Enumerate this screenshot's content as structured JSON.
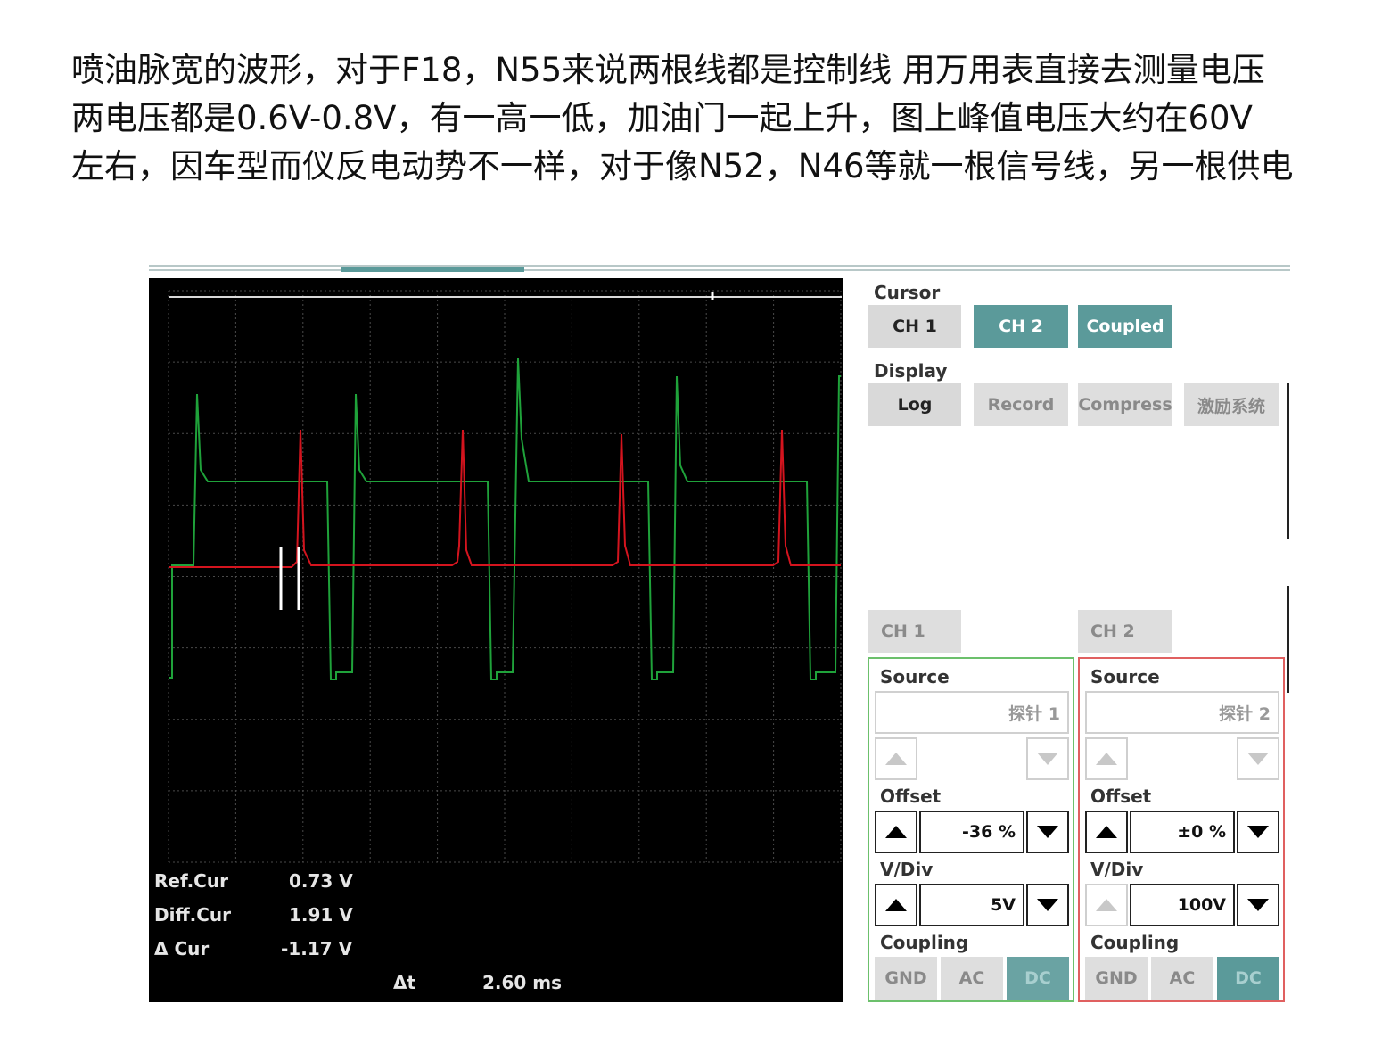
{
  "caption": {
    "line1": "喷油脉宽的波形，对于F18，N55来说两根线都是控制线 用万用表直接去测量电压",
    "line2": "两电压都是0.6V-0.8V，有一高一低，加油门一起上升，图上峰值电压大约在60V",
    "line3": "左右，因车型而仪反电动势不一样，对于像N52，N46等就一根信号线，另一根供电"
  },
  "readouts": {
    "ref_label": "Ref.Cur",
    "ref_value": "0.73 V",
    "diff_label": "Diff.Cur",
    "diff_value": "1.91 V",
    "delta_label": "Δ Cur",
    "delta_value": "-1.17 V",
    "dt_label": "Δt",
    "dt_value": "2.60 ms"
  },
  "panel": {
    "cursor_label": "Cursor",
    "cursor_buttons": {
      "ch1": "CH 1",
      "ch2": "CH 2",
      "coupled": "Coupled"
    },
    "display_label": "Display",
    "display_buttons": {
      "log": "Log",
      "record": "Record",
      "compress": "Compress",
      "excite": "激励系统"
    },
    "ch1_tab": "CH 1",
    "ch2_tab": "CH 2",
    "ch1": {
      "source_label": "Source",
      "source_value": "探针 1",
      "offset_label": "Offset",
      "offset_value": "-36 %",
      "vdiv_label": "V/Div",
      "vdiv_value": "5V",
      "coupling_label": "Coupling",
      "coupling": {
        "gnd": "GND",
        "ac": "AC",
        "dc": "DC"
      }
    },
    "ch2": {
      "source_label": "Source",
      "source_value": "探针 2",
      "offset_label": "Offset",
      "offset_value": "±0 %",
      "vdiv_label": "V/Div",
      "vdiv_value": "100V",
      "coupling_label": "Coupling",
      "coupling": {
        "gnd": "GND",
        "ac": "AC",
        "dc": "DC"
      }
    }
  },
  "colors": {
    "ch1_trace": "#1fa23a",
    "ch2_trace": "#d4141e",
    "accent": "#5b9a9a",
    "scope_bg": "#000000",
    "grid": "#4a4a4a"
  },
  "icons": {
    "up": "triangle-up-icon",
    "down": "triangle-down-icon"
  }
}
